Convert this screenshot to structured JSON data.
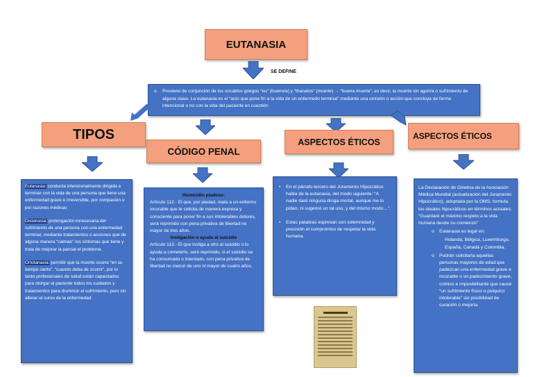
{
  "title": "EUTANASIA",
  "se_define": "SE DEFINE",
  "definition": {
    "bullet": "o",
    "text": "Proviene de conjunción de los vocablos griegos “eu” (bueno/a) y “thanatos” (muerte) → “buena muerte”, es decir, la muerte sin agonía o sufrimiento de alguna clase. La eutanasia es el “acto que pone fin a la vida de un enfermedo terminal” mediante una omisión o acción que concluya de forma intencional o no con la vida del paciente en cuestión"
  },
  "tipos": {
    "heading": "TIPOS",
    "items": [
      {
        "term": "Eutanasia:",
        "desc": " conducta intencionalmente dirigida a terminar con la vida de una persona que tiene una enfermedad grave e irreversible, por compasión o por razones médicas"
      },
      {
        "term": "Distanasia:",
        "desc": " prolongación innecesaria del sufrimiento de una persona con una enfermedad terminal, mediante tratamientos o acciones que de alguna manera “calman” los síntomas que tiene y trata de mejorar la parcial el problema."
      },
      {
        "term": "Ortotanasia:",
        "desc": " permitir que la muerte ocurra “en su tiempo cierto”, “cuando deba de ocurrir”, por lo tanto profesionales de salud están capacitados para otorgar al paciente todos los cuidados y tratamientos para disminuir el sufrimiento, pero sin alterar el curso de la enfermedad"
      }
    ]
  },
  "codigo_penal": {
    "heading": "CÓDIGO PENAL",
    "sec1_title": "Homicidio piadoso:",
    "sec1_text": "Artículo 112.- El que, por piedad, mata a un enfermo incurable que le solicita de manera expresa y consciente para poner fin a sus intolerables dolores, será reprimido con pena privativa de libertad no mayor de tres años.",
    "sec2_title": "Instigación o ayuda al suicidio",
    "sec2_text": "Artículo 113.- El que instiga a otro al suicidio o lo ayuda a cometerlo, será reprimido, si el suicidio se ha consumado o intentado, con pena privativa de libertad no menor de uno ni mayor de cuatro años."
  },
  "aspectos_eticos_1": {
    "heading": "ASPECTOS ÉTICOS",
    "items": [
      "En el párrafo tercero del Juramento Hipocrático habla de la eutanasia, del modo siguiente: “A nadie daré ninguna droga mortal, aunque me lo pidan, ni sugeriré un tal uso, y del mismo modo…”.",
      "Estas palabras expresan con solemnidad y precisión el compromiso de respetar la vida humana."
    ]
  },
  "aspectos_eticos_2": {
    "heading": "ASPECTOS ÉTICOS",
    "intro": "La Declaración de Ginebra de la Asociación Médica Mundial (actualización del Juramento Hipocrático), adoptada por la OMS, formula los ideales hipocráticos en términos actuales: “Guardaré el máximo respeto a la vida humana desde su comienzo”",
    "sub1": "Eutanasia es legal en:",
    "sub1_cont": "Holanda, Bélgica, Luxemburgo, España, Canadá y Colombia.",
    "sub2": "Podrán solicitarla aquellas personas mayores de edad que padezcan una enfermedad grave e incurable o un padecimiento grave, crónico e imposibilitante que cause “un sufrimiento físico o psíquico intolerable” sin posibilidad de curación o mejoría.",
    "bullet": "o"
  },
  "colors": {
    "salmon": "#f4a07e",
    "blue": "#4472c4"
  },
  "icons": {
    "arrow": "down-arrow-icon",
    "document": "document-image"
  }
}
